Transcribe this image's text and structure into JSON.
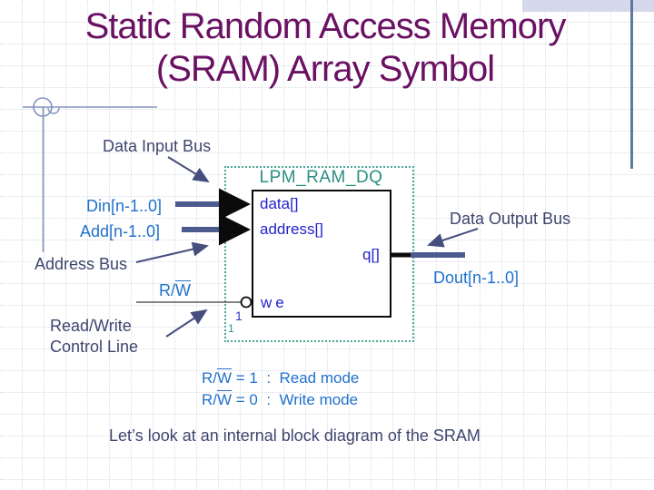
{
  "slide": {
    "title_line1": "Static Random Access Memory",
    "title_line2": "(SRAM) Array Symbol",
    "footer": "Let’s look at an internal block diagram of the SRAM"
  },
  "callouts": {
    "data_input_bus": "Data Input Bus",
    "din": "Din[n-1..0]",
    "add": "Add[n-1..0]",
    "address_bus": "Address Bus",
    "rw_prefix": "R/",
    "rw_w": "W",
    "read_write_l1": "Read/Write",
    "read_write_l2": "Control Line",
    "data_output_bus": "Data Output Bus",
    "dout": "Dout[n-1..0]"
  },
  "symbol": {
    "name": "LPM_RAM_DQ",
    "port_data": "data[]",
    "port_address": "address[]",
    "port_q": "q[]",
    "port_we": "we",
    "pin_note_1": "1",
    "pin_note_2": "1"
  },
  "modes": [
    {
      "prefix": "R/",
      "w": "W",
      "rest": " = 1  :  Read mode"
    },
    {
      "prefix": "R/",
      "w": "W",
      "rest": " = 0  :  Write mode"
    }
  ],
  "colors": {
    "title": "#6a1163",
    "slate": "#3e456e",
    "blue": "#2171cd",
    "teal": "#2b8f84",
    "portblue": "#2222cc",
    "bus": "#4d5a8e",
    "arrow": "#454e7d",
    "grid": "#d9dde5",
    "decor": "#8293bd",
    "bar": "#5b7a9c",
    "band": "#d6d8ec"
  }
}
